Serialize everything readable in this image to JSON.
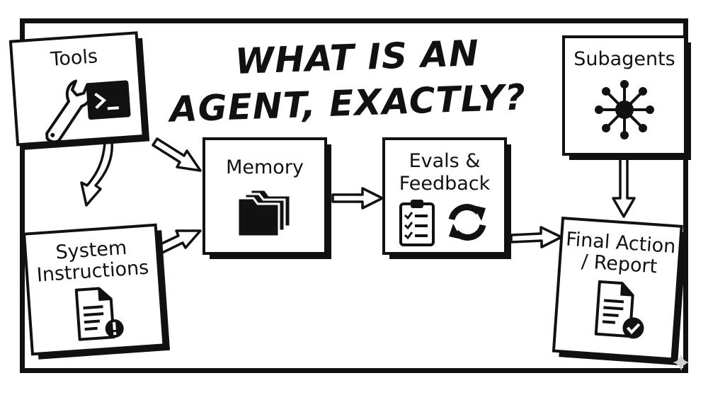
{
  "title": {
    "line1": "WHAT IS AN",
    "line2": "AGENT, EXACTLY?"
  },
  "nodes": {
    "tools": {
      "label": "Tools",
      "icons": [
        "wrench-icon",
        "terminal-icon"
      ]
    },
    "system_instructions": {
      "label_line1": "System",
      "label_line2": "Instructions",
      "icons": [
        "document-alert-icon"
      ]
    },
    "memory": {
      "label": "Memory",
      "icons": [
        "folders-icon"
      ]
    },
    "evals_feedback": {
      "label_line1": "Evals &",
      "label_line2": "Feedback",
      "icons": [
        "clipboard-checklist-icon",
        "refresh-cycle-icon"
      ]
    },
    "subagents": {
      "label": "Subagents",
      "icons": [
        "hub-network-icon"
      ]
    },
    "final_action": {
      "label_line1": "Final Action",
      "label_line2": "/ Report",
      "icons": [
        "document-check-icon"
      ]
    }
  },
  "edges": [
    [
      "tools",
      "memory"
    ],
    [
      "tools",
      "system_instructions"
    ],
    [
      "system_instructions",
      "memory"
    ],
    [
      "memory",
      "evals_feedback"
    ],
    [
      "evals_feedback",
      "final_action"
    ],
    [
      "subagents",
      "final_action"
    ]
  ],
  "colors": {
    "ink": "#111111",
    "paper": "#ffffff",
    "shadow": "#111111"
  }
}
